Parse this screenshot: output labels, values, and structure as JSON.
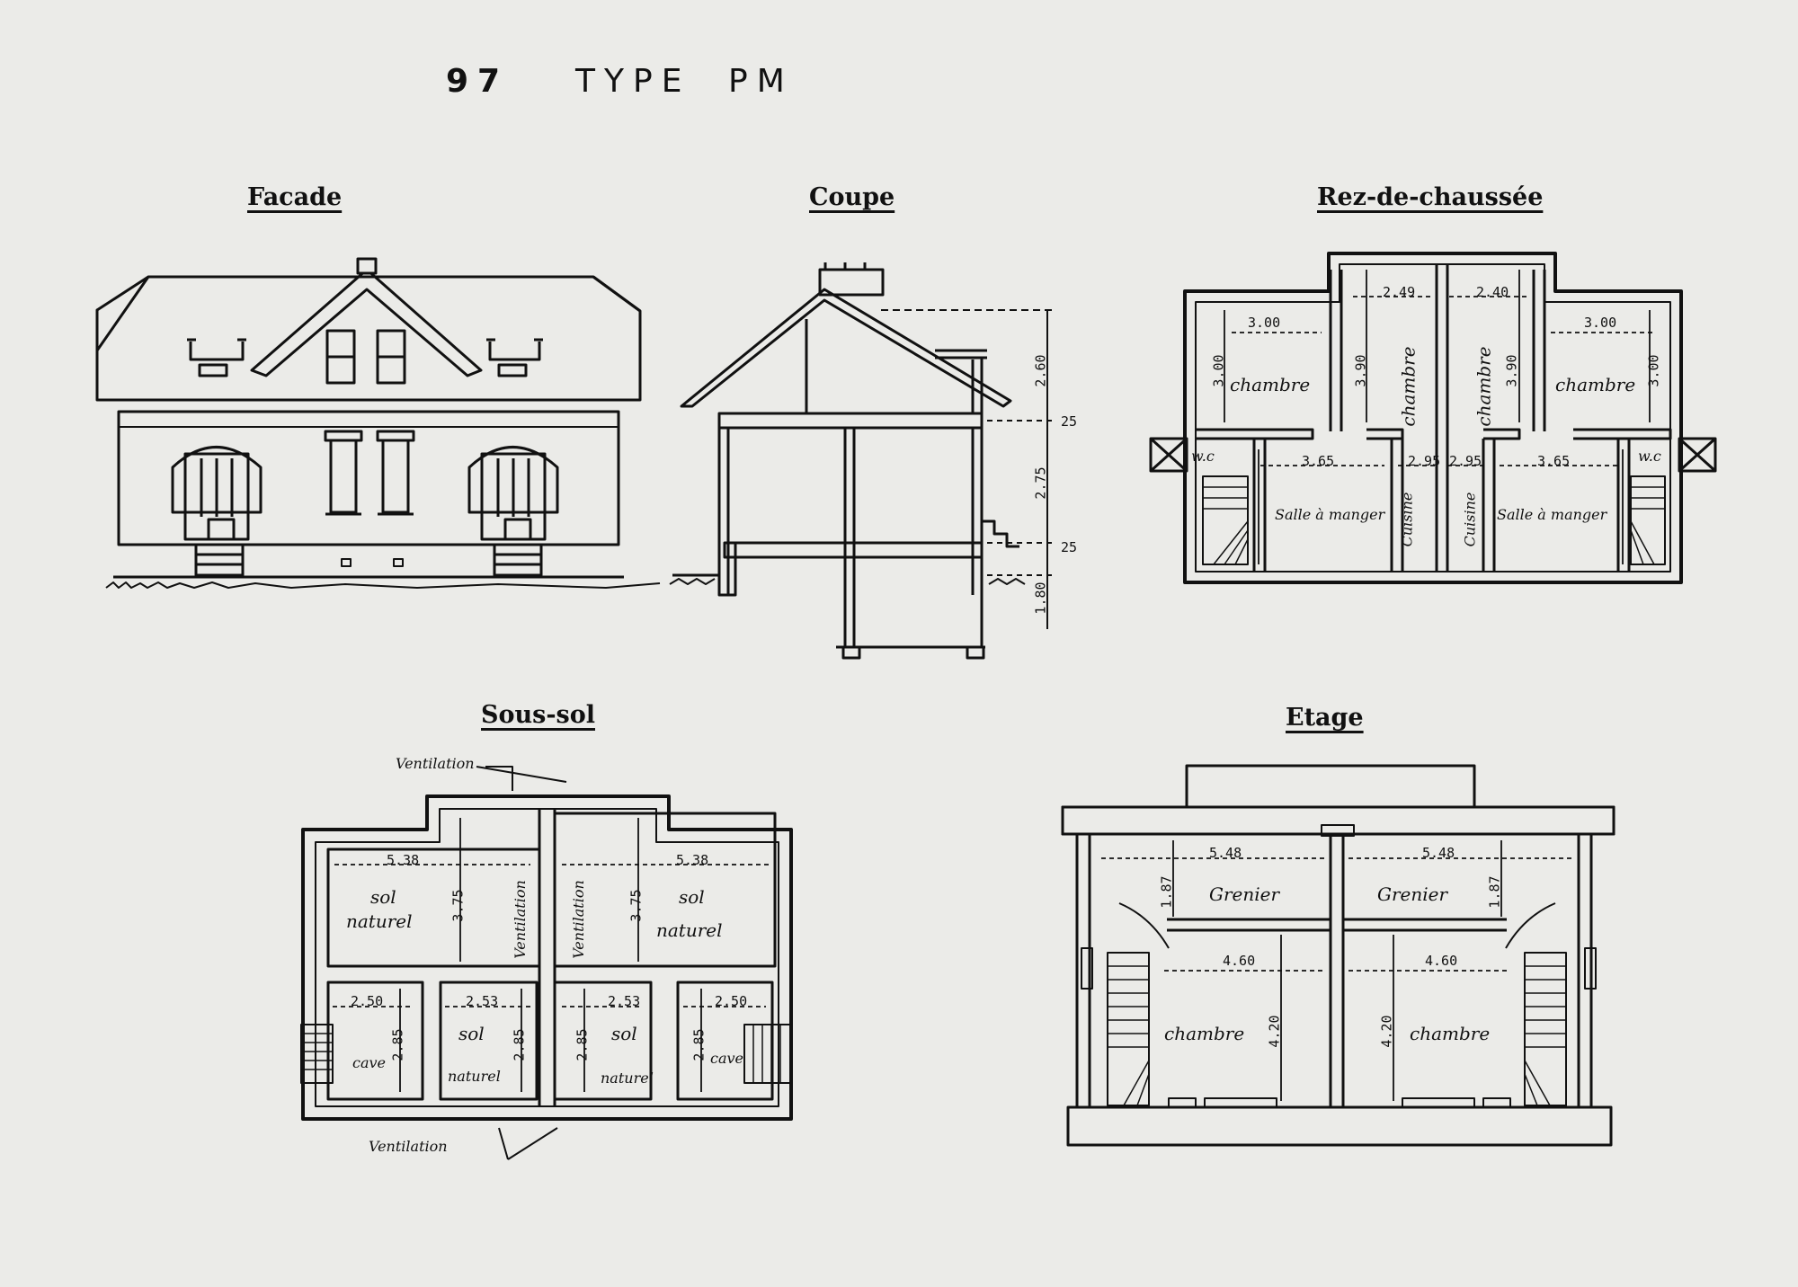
{
  "header": {
    "number": "97",
    "type": "TYPE",
    "code": "PM"
  },
  "titles": {
    "facade": "Facade",
    "coupe": "Coupe",
    "rdc": "Rez-de-chaussée",
    "soussol": "Sous-sol",
    "etage": "Etage"
  },
  "coupe_dims": {
    "d1": "2.60",
    "d2": "25",
    "d3": "2.75",
    "d4": "25",
    "d5": "1.80"
  },
  "rdc": {
    "chambre": "chambre",
    "wc": "w.c",
    "salle": "Salle à manger",
    "cuisine": "Cuisine",
    "d_300": "3.00",
    "d_249": "2.49",
    "d_240": "2.40",
    "d_390": "3.90",
    "d_365": "3.65",
    "d_295a": "2.95",
    "d_295b": "2.95",
    "d_365b": "3.65",
    "d_300v": "3.00"
  },
  "soussol": {
    "ventilation": "Ventilation",
    "ventilation_v": "Ventilation",
    "sol": "sol",
    "naturel": "naturel",
    "cave": "cave",
    "d_538": "5.38",
    "d_375": "3.75",
    "d_250": "2.50",
    "d_253": "2.53",
    "d_285": "2.85"
  },
  "etage": {
    "grenier": "Grenier",
    "chambre": "chambre",
    "d_548": "5.48",
    "d_187": "1.87",
    "d_460": "4.60",
    "d_420": "4.20"
  }
}
